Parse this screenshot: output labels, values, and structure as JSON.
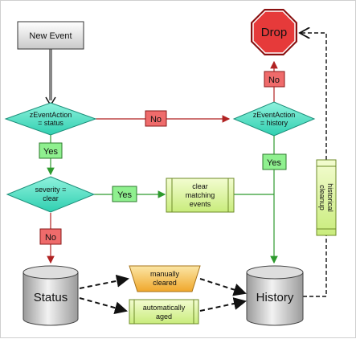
{
  "nodes": {
    "new_event": "New Event",
    "decision_status_line1": "zEventAction",
    "decision_status_line2": "= status",
    "decision_history_line1": "zEventAction",
    "decision_history_line2": "= history",
    "decision_severity_line1": "severity =",
    "decision_severity_line2": "clear",
    "drop": "Drop",
    "clear_matching_line1": "clear",
    "clear_matching_line2": "matching",
    "clear_matching_line3": "events",
    "historical_cleanup_line1": "historical",
    "historical_cleanup_line2": "cleanup",
    "status_db": "Status",
    "history_db": "History",
    "manually_cleared_line1": "manually",
    "manually_cleared_line2": "cleared",
    "automatically_aged_line1": "automatically",
    "automatically_aged_line2": "aged"
  },
  "labels": {
    "yes": "Yes",
    "no": "No"
  },
  "colors": {
    "decision_fill": "#5ee3c8",
    "yes_fill": "#8ff08f",
    "no_fill": "#ef6b6b",
    "drop_fill": "#e63a3a",
    "process_fill": "#e6f7a8",
    "manual_fill": "#f6c25a",
    "db_fill": "#cfcfcf",
    "yes_line": "#2e9a2e",
    "no_line": "#b02222"
  }
}
